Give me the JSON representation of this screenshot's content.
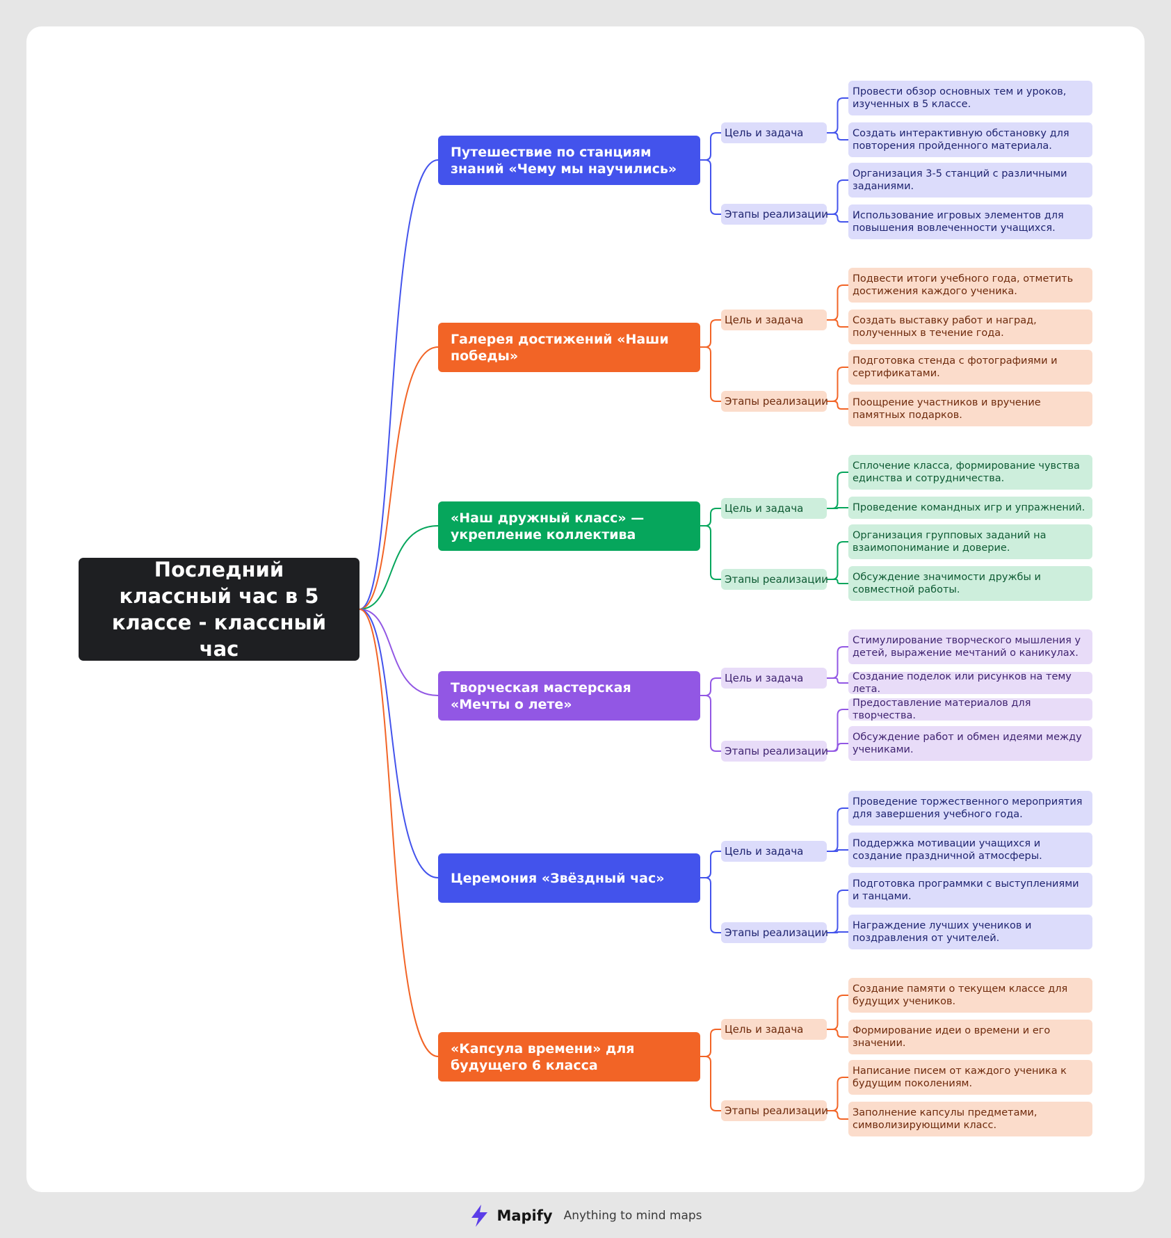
{
  "root": {
    "title": "Последний классный час в 5 классе - классный час"
  },
  "branches": [
    {
      "title": "Путешествие по станциям знаний «Чему мы научились»",
      "color": "#4353ec",
      "light": "#dcdcfb",
      "text": "#1f2470",
      "groups": [
        {
          "label": "Цель и задача",
          "items": [
            "Провести обзор основных тем и уроков, изученных в 5 классе.",
            "Создать интерактивную обстановку для повторения пройденного материала."
          ]
        },
        {
          "label": "Этапы реализации",
          "items": [
            "Организация 3-5 станций с различными заданиями.",
            "Использование игровых элементов для повышения вовлеченности учащихся."
          ]
        }
      ]
    },
    {
      "title": "Галерея достижений «Наши победы»",
      "color": "#f26426",
      "light": "#fbdccb",
      "text": "#6e2a0c",
      "groups": [
        {
          "label": "Цель и задача",
          "items": [
            "Подвести итоги учебного года, отметить достижения каждого ученика.",
            "Создать выставку работ и наград, полученных в течение года."
          ]
        },
        {
          "label": "Этапы реализации",
          "items": [
            "Подготовка стенда с фотографиями и сертификатами.",
            "Поощрение участников и вручение памятных подарков."
          ]
        }
      ]
    },
    {
      "title": "«Наш дружный класс» — укрепление коллектива",
      "color": "#06a65c",
      "light": "#cdeedc",
      "text": "#0e5a33",
      "groups": [
        {
          "label": "Цель и задача",
          "items": [
            "Сплочение класса, формирование чувства единства и сотрудничества.",
            "Проведение командных игр и упражнений."
          ]
        },
        {
          "label": "Этапы реализации",
          "items": [
            "Организация групповых заданий на взаимопонимание и доверие.",
            "Обсуждение значимости дружбы и совместной работы."
          ]
        }
      ]
    },
    {
      "title": "Творческая мастерская «Мечты о лете»",
      "color": "#9257e4",
      "light": "#e8dcf8",
      "text": "#3f2370",
      "groups": [
        {
          "label": "Цель и задача",
          "items": [
            "Стимулирование творческого мышления у детей, выражение мечтаний о каникулах.",
            "Создание поделок или рисунков на тему лета."
          ]
        },
        {
          "label": "Этапы реализации",
          "items": [
            "Предоставление материалов для творчества.",
            "Обсуждение работ и обмен идеями между учениками."
          ]
        }
      ]
    },
    {
      "title": "Церемония «Звёздный час»",
      "color": "#4353ec",
      "light": "#dcdcfb",
      "text": "#1f2470",
      "groups": [
        {
          "label": "Цель и задача",
          "items": [
            "Проведение торжественного мероприятия для завершения учебного года.",
            "Поддержка мотивации учащихся и создание праздничной атмосферы."
          ]
        },
        {
          "label": "Этапы реализации",
          "items": [
            "Подготовка программки с выступлениями и танцами.",
            "Награждение лучших учеников и поздравления от учителей."
          ]
        }
      ]
    },
    {
      "title": "«Капсула времени» для будущего 6 класса",
      "color": "#f26426",
      "light": "#fbdccb",
      "text": "#6e2a0c",
      "groups": [
        {
          "label": "Цель и задача",
          "items": [
            "Создание памяти о текущем классе для будущих учеников.",
            "Формирование идеи о времени и его значении."
          ]
        },
        {
          "label": "Этапы реализации",
          "items": [
            "Написание писем от каждого ученика к будущим поколениям.",
            "Заполнение капсулы предметами, символизирующими класс."
          ]
        }
      ]
    }
  ],
  "footer": {
    "brand": "Mapify",
    "tagline": "Anything to mind maps",
    "logo_icon": "lightning-bolt-icon",
    "logo_color": "#5b3de8"
  }
}
